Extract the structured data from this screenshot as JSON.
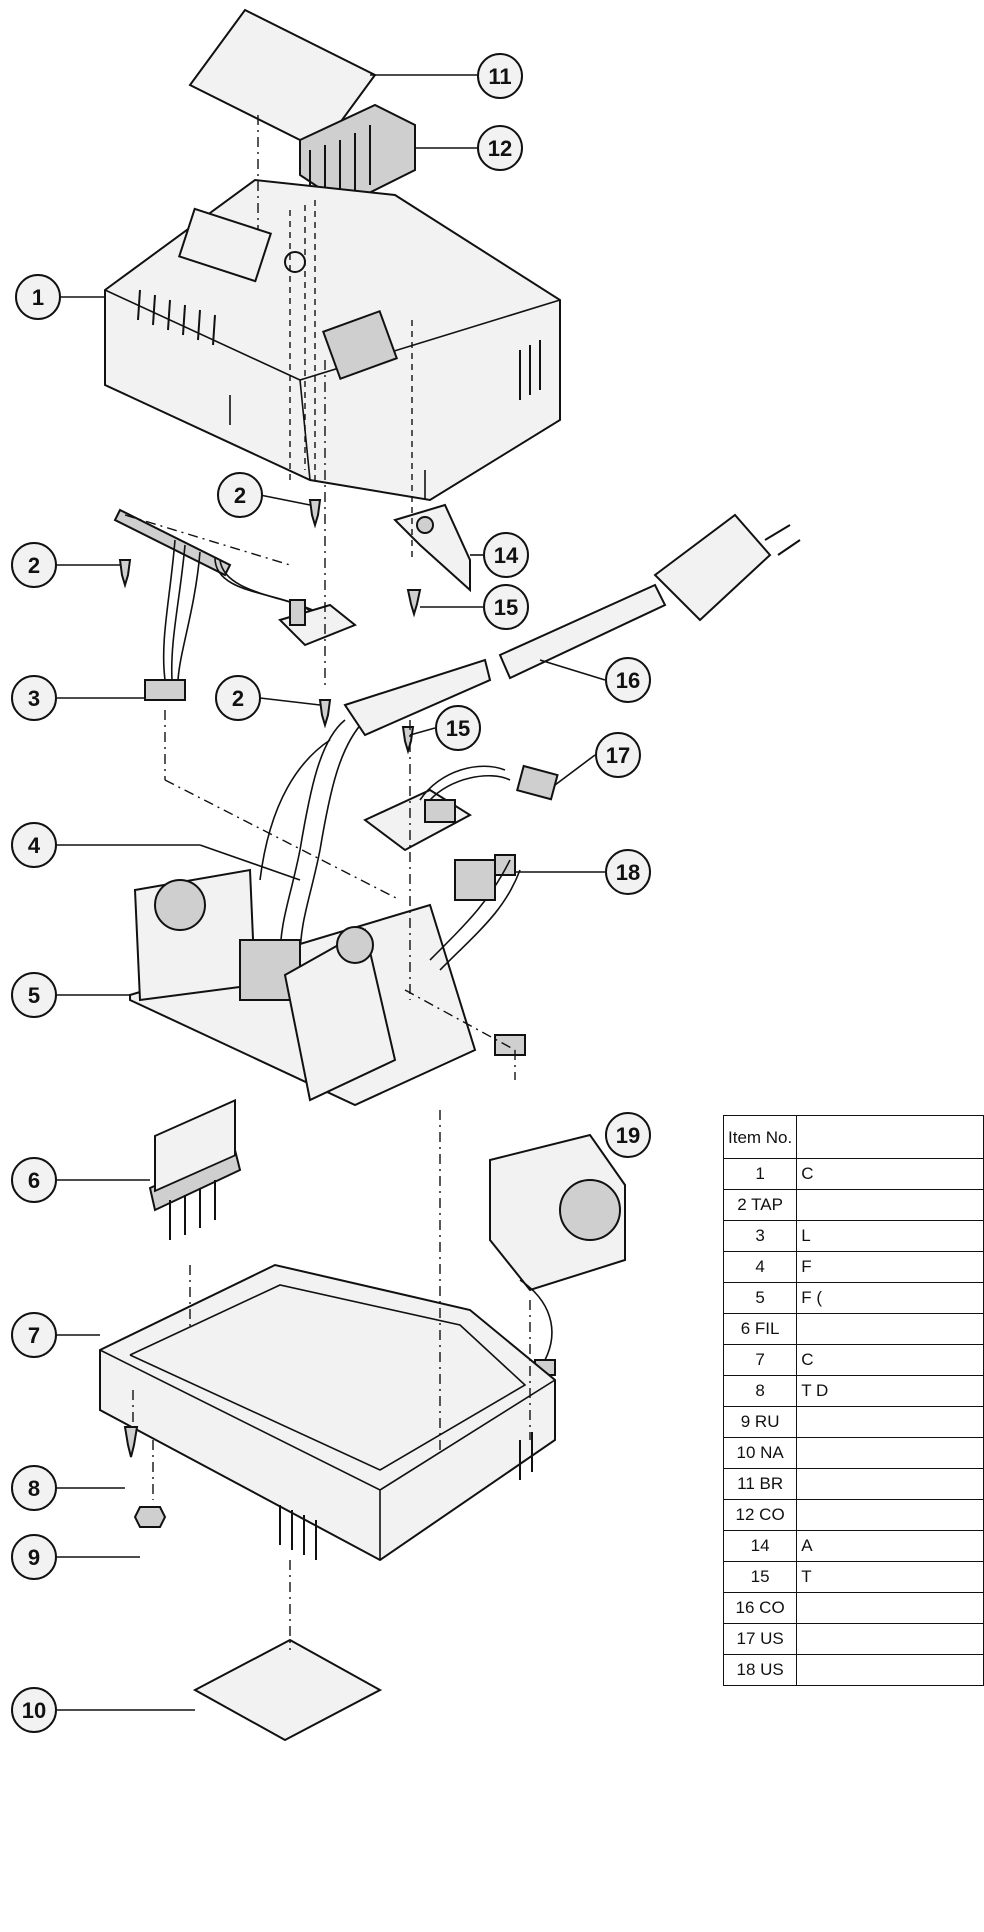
{
  "callouts": [
    "1",
    "2",
    "3",
    "4",
    "5",
    "6",
    "7",
    "8",
    "9",
    "10",
    "11",
    "12",
    "14",
    "15",
    "16",
    "17",
    "18",
    "19"
  ],
  "parts_table": {
    "header_item": "Item No.",
    "header_desc": "",
    "rows": [
      {
        "item": "1",
        "desc": "C"
      },
      {
        "item": "2 TAP",
        "desc": ""
      },
      {
        "item": "3",
        "desc": "L"
      },
      {
        "item": "4",
        "desc": "F"
      },
      {
        "item": "5",
        "desc": "F ("
      },
      {
        "item": "6 FIL",
        "desc": ""
      },
      {
        "item": "7",
        "desc": "C"
      },
      {
        "item": "8",
        "desc": "T D"
      },
      {
        "item": "9 RU",
        "desc": ""
      },
      {
        "item": "10 NA",
        "desc": ""
      },
      {
        "item": "11 BR",
        "desc": ""
      },
      {
        "item": "12 CO",
        "desc": ""
      },
      {
        "item": "14",
        "desc": "A"
      },
      {
        "item": "15",
        "desc": "T"
      },
      {
        "item": "16 CO",
        "desc": ""
      },
      {
        "item": "17 US",
        "desc": ""
      },
      {
        "item": "18 US",
        "desc": ""
      }
    ]
  }
}
